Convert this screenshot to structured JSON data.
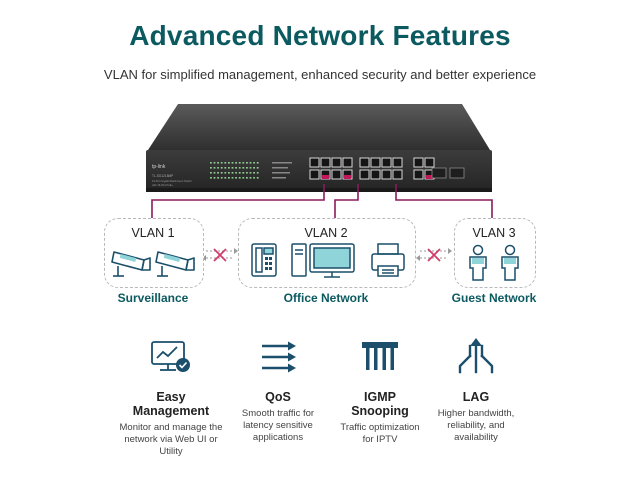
{
  "header": {
    "title": "Advanced Network Features",
    "subtitle": "VLAN for simplified management, enhanced security and better experience"
  },
  "device": {
    "brand": "tp-link",
    "model_line1": "TL-SG1218MP",
    "model_line2": "16-Port Gigabit Rackmount Switch",
    "model_line3": "with 16-Port PoE+"
  },
  "vlans": [
    {
      "label": "VLAN 1",
      "group": "Surveillance",
      "icon": "cctv-camera-icon"
    },
    {
      "label": "VLAN 2",
      "group": "Office Network",
      "icon": "office-devices-icon"
    },
    {
      "label": "VLAN 3",
      "group": "Guest Network",
      "icon": "person-icon"
    }
  ],
  "features": [
    {
      "title_line1": "Easy",
      "title_line2": "Management",
      "desc_line1": "Monitor and manage the",
      "desc_line2": "network via Web UI or",
      "desc_line3": "Utility",
      "icon": "monitor-check-icon"
    },
    {
      "title_line1": "QoS",
      "title_line2": "",
      "desc_line1": "Smooth traffic for",
      "desc_line2": "latency sensitive",
      "desc_line3": "applications",
      "icon": "qos-arrows-icon"
    },
    {
      "title_line1": "IGMP",
      "title_line2": "Snooping",
      "desc_line1": "Traffic optimization",
      "desc_line2": "for IPTV",
      "desc_line3": "",
      "icon": "multicast-tree-icon"
    },
    {
      "title_line1": "LAG",
      "title_line2": "",
      "desc_line1": "Higher bandwidth,",
      "desc_line2": "reliability, and",
      "desc_line3": "availability",
      "icon": "link-aggregation-icon"
    }
  ],
  "colors": {
    "title": "#0b5a60",
    "vlan_line": "#8b1a5c",
    "port_highlight": "#c2185b",
    "blocked_x": "#d43c6a",
    "switch_body": "#3a3a3a"
  }
}
